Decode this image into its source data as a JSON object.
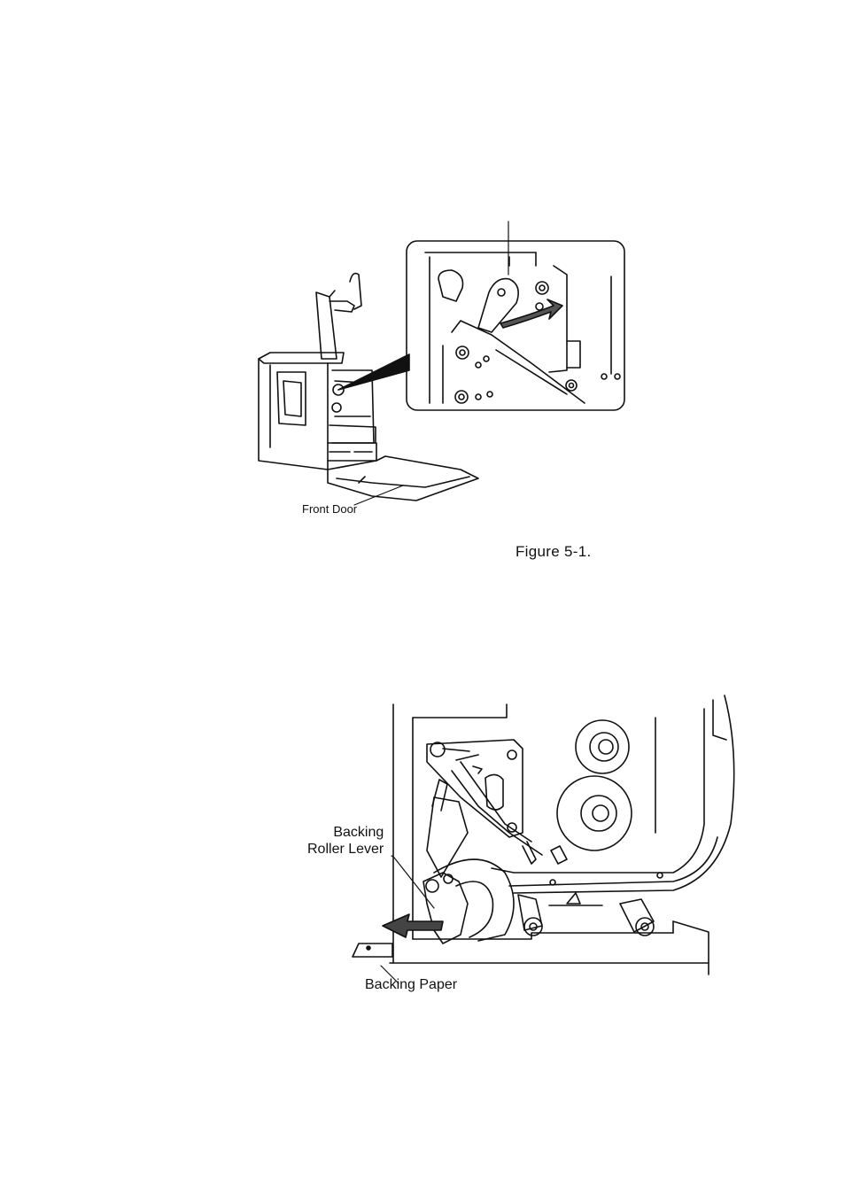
{
  "figure1": {
    "callout_front_door": "Front Door",
    "caption": "Figure 5-1."
  },
  "figure2": {
    "callout_lever_line1": "Backing",
    "callout_lever_line2": "Roller Lever",
    "callout_backing_paper": "Backing Paper"
  }
}
